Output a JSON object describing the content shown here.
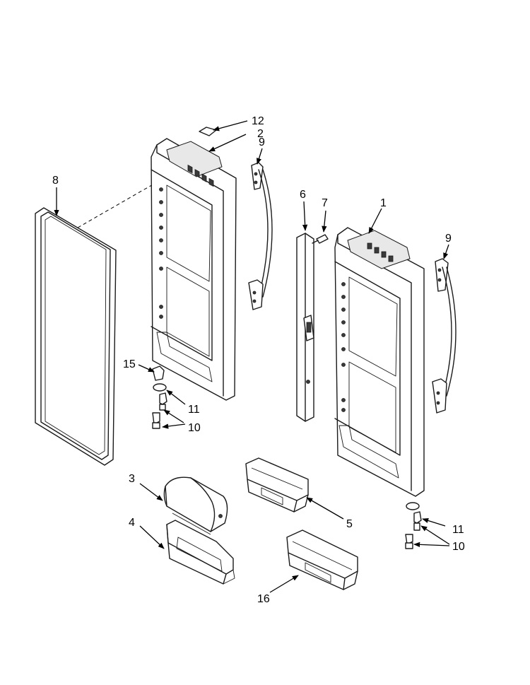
{
  "callouts": {
    "c1": "1",
    "c2": "2",
    "c3": "3",
    "c4": "4",
    "c5": "5",
    "c6": "6",
    "c7": "7",
    "c8": "8",
    "c9a": "9",
    "c9b": "9",
    "c10a": "10",
    "c10b": "10",
    "c11a": "11",
    "c11b": "11",
    "c12": "12",
    "c15": "15",
    "c16": "16"
  }
}
